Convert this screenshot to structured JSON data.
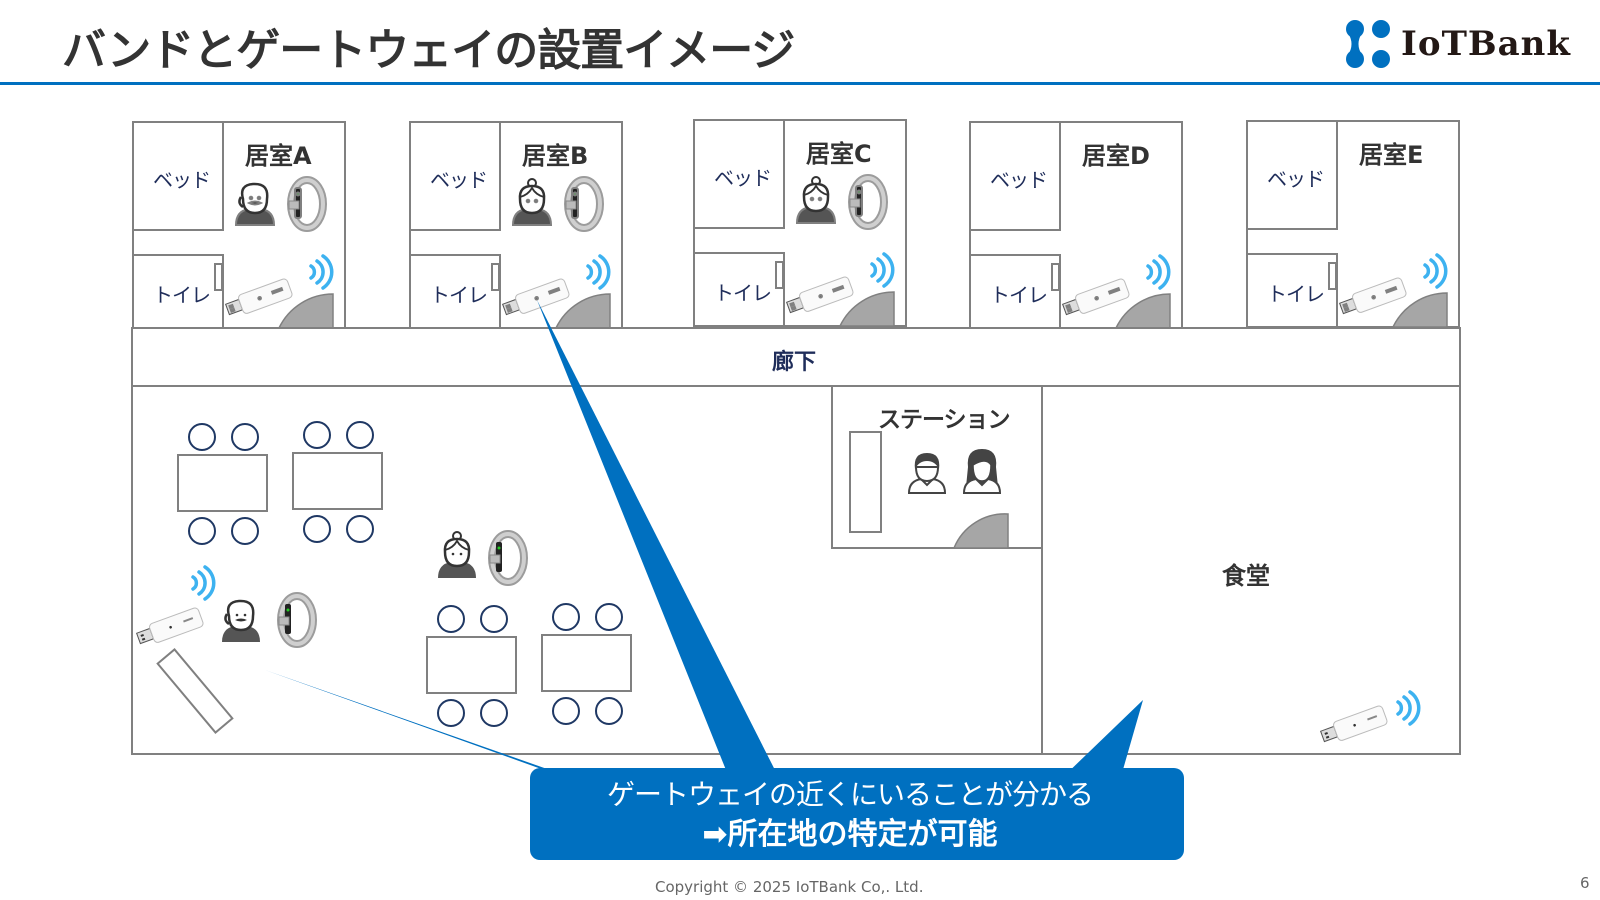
{
  "header": {
    "title": "バンドとゲートウェイの設置イメージ",
    "logo_text": "IoTBank",
    "logo_icon": "iotbank-logo-icon"
  },
  "colors": {
    "accent": "#0070c0",
    "wall": "#808080",
    "chair": "#1f3864",
    "door": "#a6a6a6",
    "wifi": "#3db2f0",
    "text_dark": "#333333",
    "text_navy": "#1f2d5a"
  },
  "rooms": [
    {
      "label": "居室A",
      "bed_label": "ベッド",
      "toilet_label": "トイレ",
      "resident": "elderly-man-icon",
      "has_band": true,
      "has_gateway": true
    },
    {
      "label": "居室B",
      "bed_label": "ベッド",
      "toilet_label": "トイレ",
      "resident": "elderly-woman-icon",
      "has_band": true,
      "has_gateway": true
    },
    {
      "label": "居室C",
      "bed_label": "ベッド",
      "toilet_label": "トイレ",
      "resident": "elderly-woman-icon",
      "has_band": true,
      "has_gateway": true
    },
    {
      "label": "居室D",
      "bed_label": "ベッド",
      "toilet_label": "トイレ",
      "resident": null,
      "has_band": false,
      "has_gateway": true
    },
    {
      "label": "居室E",
      "bed_label": "ベッド",
      "toilet_label": "トイレ",
      "resident": null,
      "has_band": false,
      "has_gateway": true
    }
  ],
  "corridor": {
    "label": "廊下"
  },
  "station": {
    "label": "ステーション",
    "staff": [
      "male-staff-icon",
      "female-staff-icon"
    ]
  },
  "dining": {
    "label": "食堂",
    "has_gateway": true
  },
  "common_area": {
    "residents": [
      "elderly-woman-icon",
      "elderly-man-icon"
    ],
    "tables": 4,
    "chairs_per_table": 4,
    "has_gateway": true
  },
  "callout": {
    "line1": "ゲートウェイの近くにいることが分かる",
    "line2": "➡所在地の特定が可能"
  },
  "footer": {
    "copyright": "Copyright © 2025 IoTBank Co,. Ltd.",
    "page_number": "6"
  }
}
